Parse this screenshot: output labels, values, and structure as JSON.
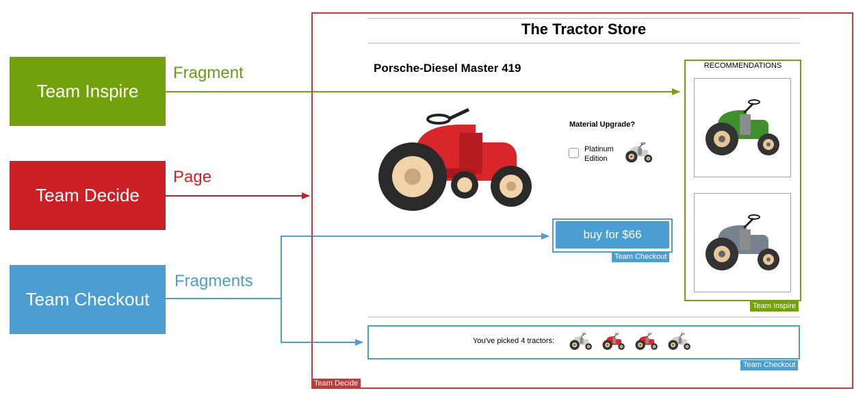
{
  "diagram": {
    "teams": [
      {
        "label": "Team Inspire",
        "color": "#72a10b"
      },
      {
        "label": "Team Decide",
        "color": "#cc2027"
      },
      {
        "label": "Team Checkout",
        "color": "#4a9ed2"
      }
    ],
    "connectors": [
      {
        "label": "Fragment",
        "from": "Team Inspire",
        "to": "RECOMMENDATIONS"
      },
      {
        "label": "Page",
        "from": "Team Decide",
        "to": "The Tractor Store"
      },
      {
        "label": "Fragments",
        "from": "Team Checkout",
        "to": [
          "buy for $66",
          "You've picked 4 tractors:"
        ]
      }
    ]
  },
  "page": {
    "store_title": "The Tractor Store",
    "product_title": "Porsche-Diesel Master 419",
    "product_color": "red",
    "upgrade": {
      "title": "Material Upgrade?",
      "option_label": "Platinum Edition",
      "checked": false
    },
    "buy_button": "buy for $66",
    "recommendations": {
      "title": "RECOMMENDATIONS",
      "items": [
        {
          "icon": "tractor-green-icon",
          "color": "green"
        },
        {
          "icon": "tractor-grey-icon",
          "color": "grey"
        }
      ]
    },
    "minicart": {
      "text": "You've picked 4 tractors:",
      "items": [
        "platinum",
        "red",
        "red",
        "platinum"
      ]
    },
    "team_tags": {
      "decide": "Team Decide",
      "checkout_buy": "Team Checkout",
      "inspire": "Team Inspire",
      "checkout_minicart": "Team Checkout"
    }
  },
  "colors": {
    "inspire": "#72a10b",
    "decide": "#cc2027",
    "checkout": "#4a9ed2",
    "frame_decide": "#c53a3a"
  }
}
